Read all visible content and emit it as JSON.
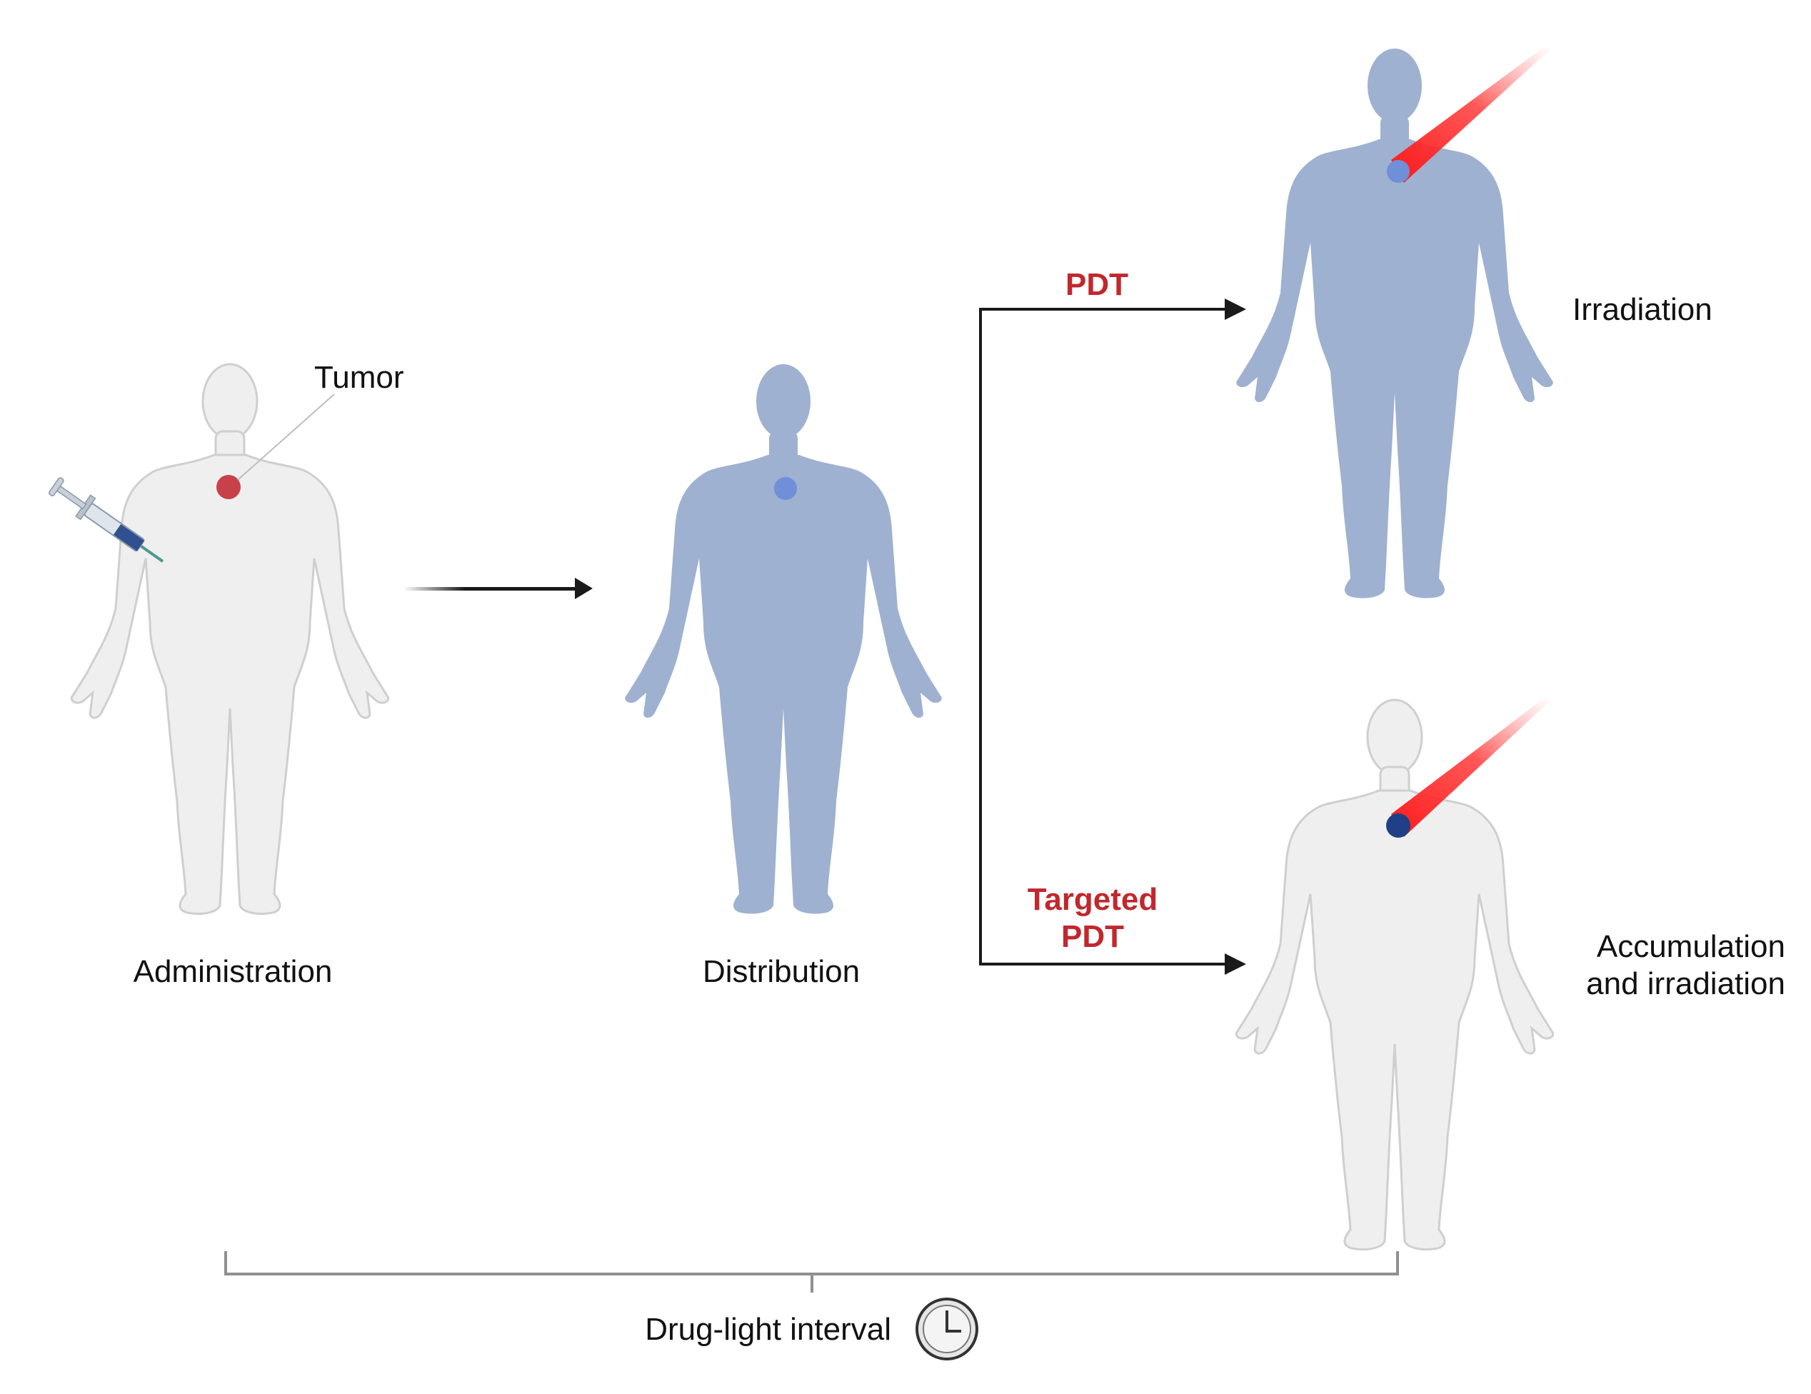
{
  "labels": {
    "tumor": "Tumor",
    "administration": "Administration",
    "distribution": "Distribution",
    "pdt": "PDT",
    "targeted_line1": "Targeted",
    "targeted_line2": "PDT",
    "irradiation": "Irradiation",
    "accumulation_line1": "Accumulation",
    "accumulation_line2": "and irradiation",
    "interval": "Drug-light interval"
  },
  "colors": {
    "body_white": "#efefef",
    "body_white_stroke": "#cfcfcf",
    "body_blue": "#9fb1d0",
    "tumor_red": "#c8414a",
    "tumor_light_blue": "#6f8fd8",
    "tumor_dark_blue": "#1f3f87",
    "pdt_label": "#c0282d",
    "laser_red": "#ff2020",
    "arrow": "#1a1a1a",
    "bracket": "#909090"
  },
  "icons": {
    "syringe": "syringe-icon",
    "clock": "clock-icon",
    "laser": "laser-beam-icon"
  }
}
